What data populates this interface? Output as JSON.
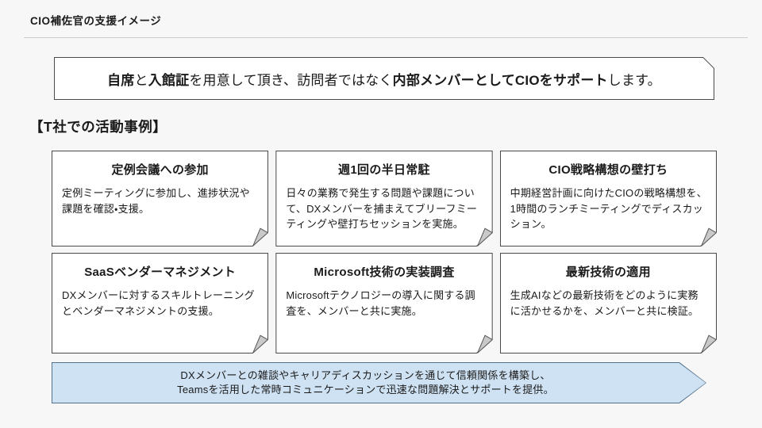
{
  "page": {
    "title": "CIO補佐官の支援イメージ",
    "section_heading": "【T社での活動事例】"
  },
  "banner": {
    "segments": [
      {
        "text": "自席",
        "bold": true
      },
      {
        "text": "と",
        "bold": false
      },
      {
        "text": "入館証",
        "bold": true
      },
      {
        "text": "を用意して頂き、訪問者ではなく",
        "bold": false
      },
      {
        "text": "内部メンバーとしてCIOをサポート",
        "bold": true
      },
      {
        "text": "します。",
        "bold": false
      }
    ]
  },
  "cards": [
    {
      "title": "定例会議への参加",
      "body": "定例ミーティングに参加し、進捗状況や課題を確認・支援。"
    },
    {
      "title": "週1回の半日常駐",
      "body": "日々の業務で発生する問題や課題について、DXメンバーを捕まえてブリーフミーティングや壁打ちセッションを実施。"
    },
    {
      "title": "CIO戦略構想の壁打ち",
      "body": "中期経営計画に向けたCIOの戦略構想を、1時間のランチミーティングでディスカッション。"
    },
    {
      "title": "SaaSベンダーマネジメント",
      "body": "DXメンバーに対するスキルトレーニングとベンダーマネジメントの支援。"
    },
    {
      "title": "Microsoft技術の実装調査",
      "body": "Microsoftテクノロジーの導入に関する調査を、メンバーと共に実施。"
    },
    {
      "title": "最新技術の適用",
      "body": "生成AIなどの最新技術をどのように実務に活かせるかを、メンバーと共に検証。"
    }
  ],
  "arrow_banner": {
    "lines": [
      "DXメンバーとの雑談やキャリアディスカッションを通じて信頼関係を構築し、",
      "Teamsを活用した常時コミュニケーションで迅速な問題解決とサポートを提供。"
    ]
  },
  "colors": {
    "page_bg": "#f7f7f7",
    "card_bg": "#ffffff",
    "card_border": "#4a4a4a",
    "fold_fill": "#c9c9c9",
    "fold_stroke": "#555555",
    "arrow_fill": "#cfe2f3",
    "arrow_border": "#52718c",
    "separator": "#cccccc",
    "text": "#1a1a1a"
  }
}
